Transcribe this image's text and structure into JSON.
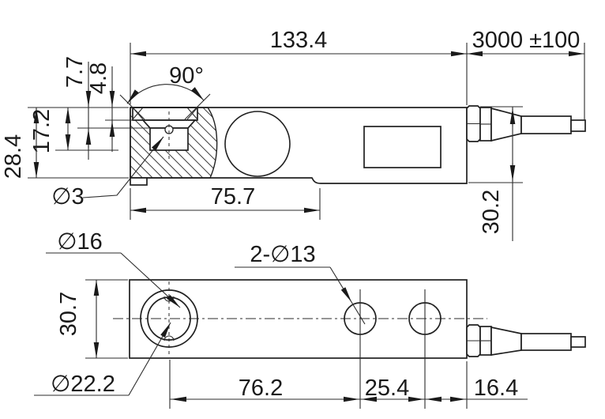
{
  "drawing_colors": {
    "line": "#202020",
    "background": "#ffffff"
  },
  "dims": {
    "side": {
      "overall_length": "133.4",
      "cable_length": "3000 ±100",
      "cone_angle": "90°",
      "depth_a": "7.7",
      "depth_b": "4.8",
      "body_height": "28.4",
      "pocket_depth": "17.2",
      "small_hole": "∅3",
      "mount_length": "75.7",
      "connector_height": "30.2"
    },
    "plan": {
      "bore": "∅16",
      "thru_holes": "2-∅13",
      "body_width": "30.7",
      "counterbore": "∅22.2",
      "hole_span": "76.2",
      "hole_pitch": "25.4",
      "end_offset": "16.4"
    }
  }
}
